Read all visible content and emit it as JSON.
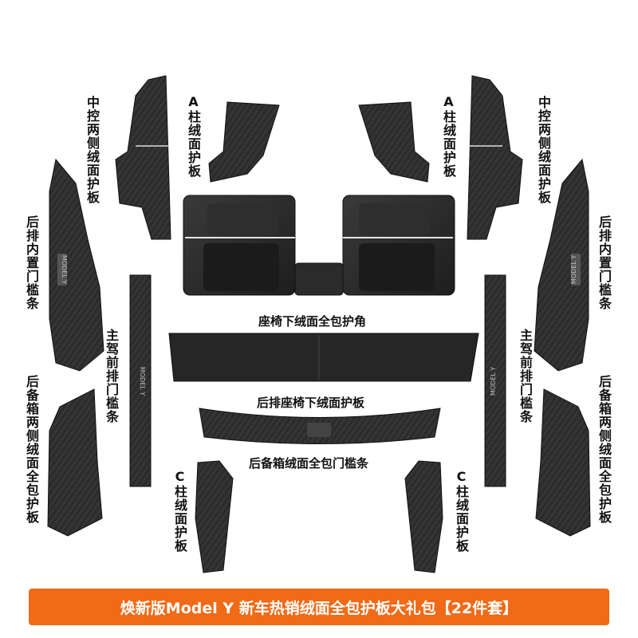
{
  "labels": {
    "left_center_console": "中控两侧绒面护板",
    "left_a_pillar": "A柱绒面护板",
    "right_a_pillar": "A柱绒面护板",
    "right_center_console": "中控两侧绒面护板",
    "left_rear_sill": "后排内置门槛条",
    "right_rear_sill": "后排内置门槛条",
    "seat_corner": "座椅下绒面全包护角",
    "left_driver_sill": "主驾前排门槛条",
    "right_driver_sill": "主驾前排门槛条",
    "rear_seat_under": "后排座椅下绒面护板",
    "left_trunk_sides": "后备箱两侧绒面全包护板",
    "right_trunk_sides": "后备箱两侧绒面全包护板",
    "trunk_sill": "后备箱绒面全包门槛条",
    "left_c_pillar": "C柱绒面护板",
    "right_c_pillar": "C柱绒面护板"
  },
  "engraving": "MODEL Y",
  "banner": "焕新版Model Y  新车热销绒面全包护板大礼包【22件套】",
  "colors": {
    "accent": "#f06a17",
    "part": "#2a2a2a"
  }
}
